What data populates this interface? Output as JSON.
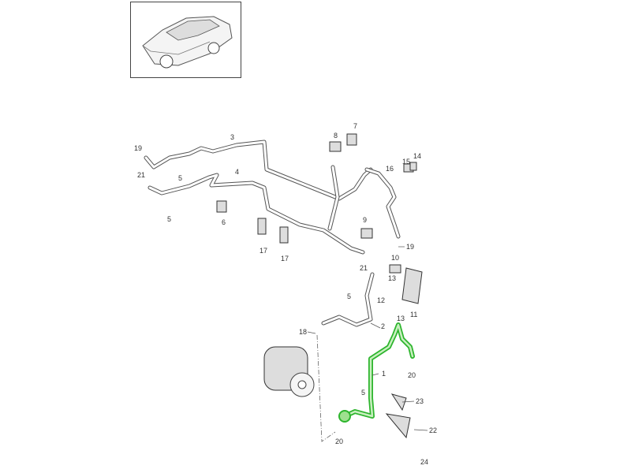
{
  "diagram": {
    "thumbnail": "vehicle-overview",
    "highlight_color": "#2db52d",
    "labels": [
      "19",
      "3",
      "8",
      "7",
      "14",
      "15",
      "16",
      "21",
      "5",
      "4",
      "5",
      "6",
      "9",
      "17",
      "17",
      "19",
      "21",
      "10",
      "13",
      "12",
      "11",
      "13",
      "5",
      "18",
      "2",
      "1",
      "5",
      "23",
      "22",
      "20",
      "20",
      "24"
    ]
  }
}
